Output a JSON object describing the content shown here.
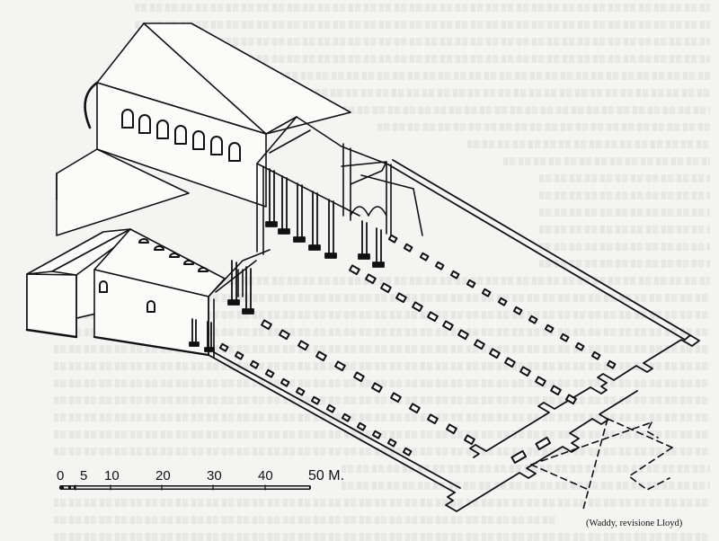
{
  "figure": {
    "type": "axonometric architectural reconstruction",
    "subject": "early Christian basilica with atrium (reconstruction)",
    "caption_credit": "(Waddy, revisione Lloyd)"
  },
  "scale_bar": {
    "ticks": [
      "0",
      "5",
      "10",
      "20",
      "30",
      "40",
      "50 M."
    ],
    "unit": "M.",
    "max": 50
  },
  "colors": {
    "paper": "#f4f4f2",
    "ink": "#111111"
  },
  "background_text": {
    "note": "illegible bleed-through of text from reverse side of page"
  }
}
